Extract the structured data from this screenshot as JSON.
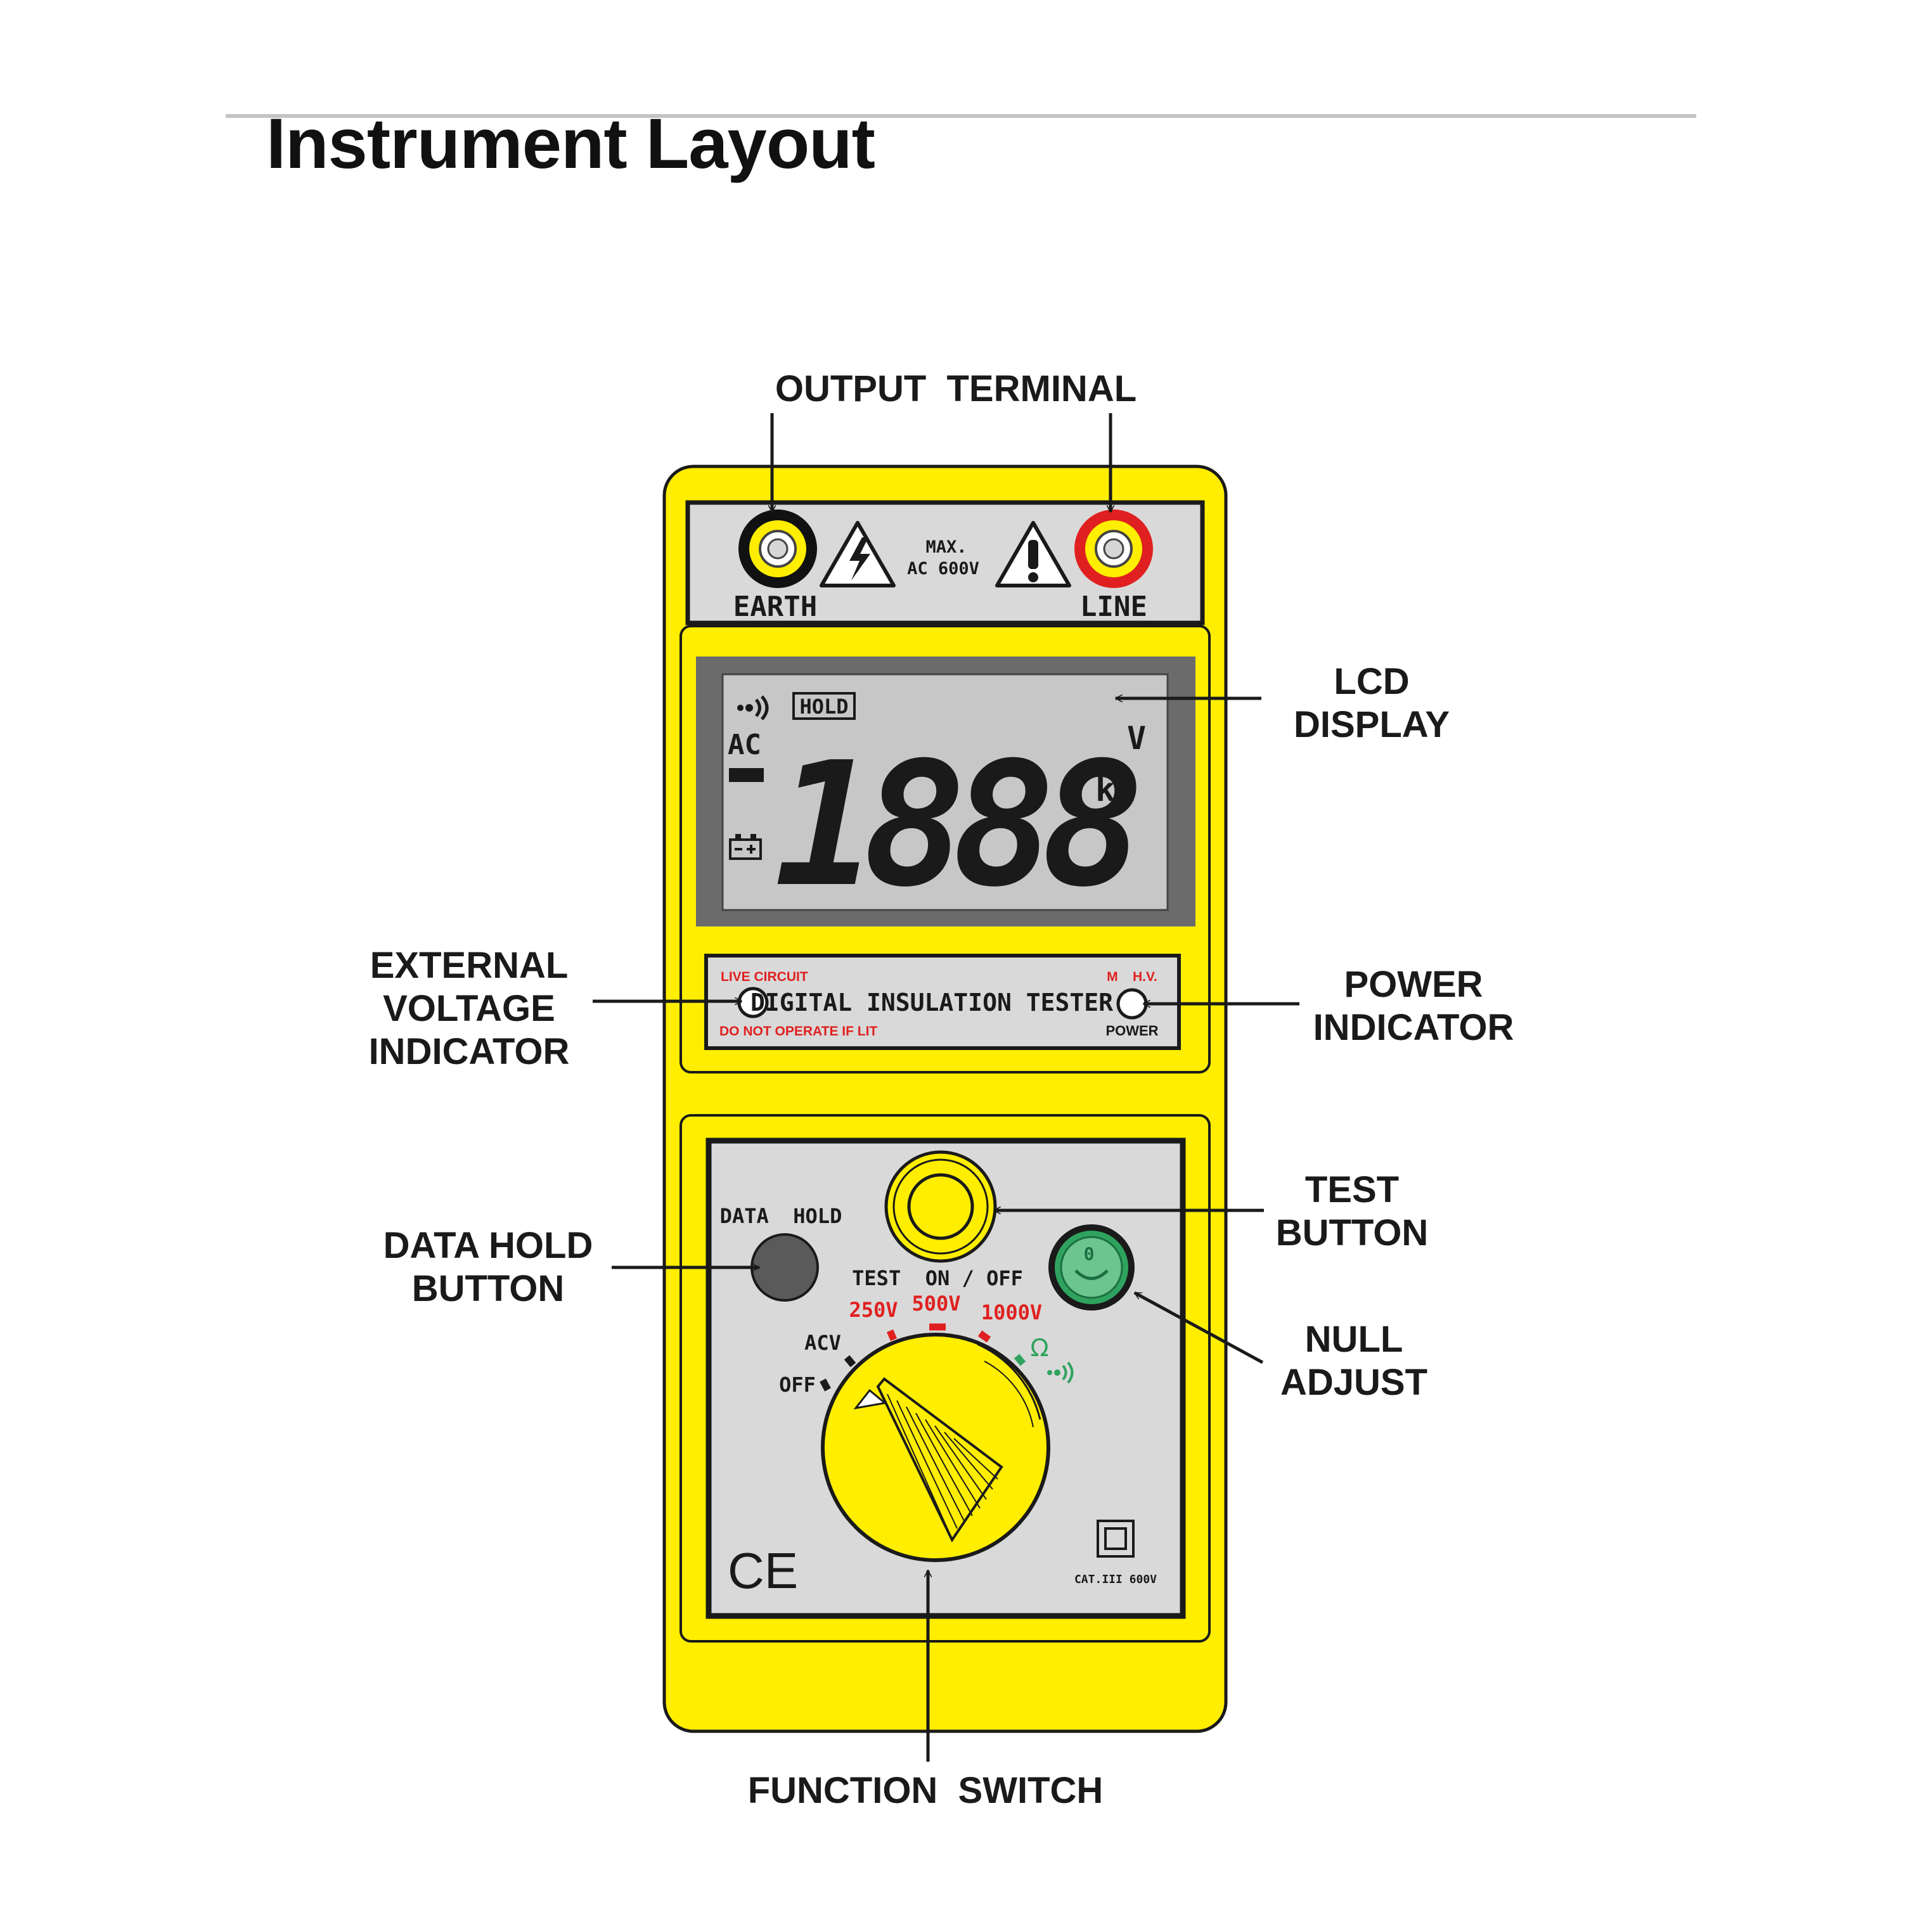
{
  "page": {
    "title": "Instrument Layout"
  },
  "colors": {
    "body_yellow": "#ffee00",
    "panel_grey": "#d9d9d9",
    "lcd_bg": "#c7c7c7",
    "warning_red": "#e02020",
    "null_green": "#2fa35e",
    "outline": "#1a1a1a"
  },
  "callouts": {
    "output_terminal": "OUTPUT  TERMINAL",
    "lcd_display": [
      "LCD",
      "DISPLAY"
    ],
    "external_voltage_indicator": [
      "EXTERNAL",
      "VOLTAGE",
      "INDICATOR"
    ],
    "power_indicator": [
      "POWER",
      "INDICATOR"
    ],
    "test_button": [
      "TEST",
      "BUTTON"
    ],
    "data_hold_button": [
      "DATA HOLD",
      "BUTTON"
    ],
    "null_adjust": [
      "NULL",
      "ADJUST"
    ],
    "function_switch": "FUNCTION  SWITCH"
  },
  "terminal_panel": {
    "earth_label": "EARTH",
    "line_label": "LINE",
    "max_rating_line1": "MAX.",
    "max_rating_line2": "AC  600V",
    "shock_icon": "high-voltage-warning-icon",
    "caution_icon": "caution-warning-icon"
  },
  "lcd": {
    "hold": "HOLD",
    "ac": "AC",
    "digits": "1888",
    "minus": "−",
    "unit_v": "V",
    "unit_km": "kM",
    "buzzer_icon": "buzzer-icon",
    "battery_icon": "battery-icon"
  },
  "indicator_strip": {
    "live_circuit": "LIVE CIRCUIT",
    "do_not_operate": "DO NOT OPERATE IF LIT",
    "product_name": "DIGITAL  INSULATION  TESTER",
    "mhv": "M    H.V.",
    "power": "POWER"
  },
  "control_panel": {
    "data_hold_label": "DATA  HOLD",
    "test_label": "TEST  ON / OFF",
    "null_button_mark": "0",
    "dial_positions": [
      "OFF",
      "ACV",
      "250V",
      "500V",
      "1000V",
      "Ω"
    ],
    "ce_mark": "CE",
    "cat_rating": "CAT.III 600V",
    "double_insulation_icon": "double-insulation-icon"
  }
}
